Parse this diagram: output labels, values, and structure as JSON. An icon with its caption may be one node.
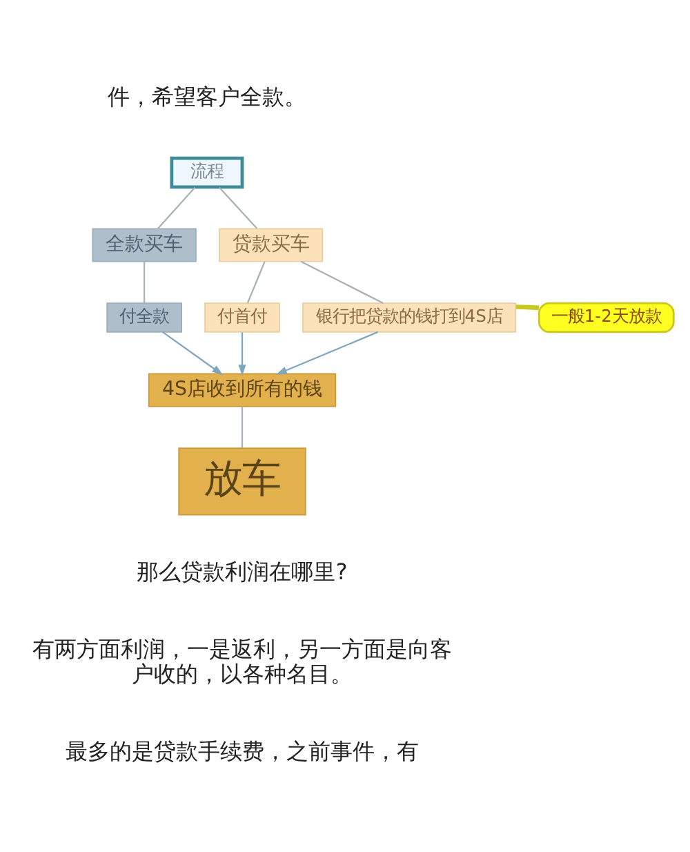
{
  "diagram": {
    "nodes": [
      {
        "text": [
          "流程"
        ]
      },
      {
        "text": [
          "全款买车"
        ]
      },
      {
        "text": [
          "贷款买车"
        ]
      },
      {
        "text": [
          "付全款"
        ]
      },
      {
        "text": [
          "付首付"
        ]
      },
      {
        "text": [
          "银行把贷款的钱打到4S店"
        ]
      },
      {
        "text": [
          "一般1-2天放款"
        ]
      },
      {
        "text": [
          "4S店收到所有的钱"
        ]
      },
      {
        "text": [
          "放车"
        ]
      }
    ],
    "edges": [
      {
        "from": 0,
        "to": 1,
        "arrow": "none"
      },
      {
        "from": 0,
        "to": 2,
        "arrow": "none"
      },
      {
        "from": 1,
        "to": 3,
        "arrow": "none"
      },
      {
        "from": 2,
        "to": 4,
        "arrow": "none"
      },
      {
        "from": 2,
        "to": 5,
        "arrow": "none"
      },
      {
        "from": 6,
        "to": 5,
        "arrow": "none",
        "style": "thick",
        "color": "#c8c820"
      },
      {
        "from": 3,
        "to": 7,
        "arrow": "to",
        "color": "#7fa6bf"
      },
      {
        "from": 4,
        "to": 7,
        "arrow": "to",
        "color": "#7fa6bf"
      },
      {
        "from": 5,
        "to": 7,
        "arrow": "to",
        "color": "#7fa6bf"
      },
      {
        "from": 7,
        "to": 8,
        "arrow": "none"
      }
    ],
    "labels": [
      "件，希望客户全款。",
      "那么贷款利润在哪里?",
      "有两方面利润，一是返利，另一方面是向客户收的，以各种名目。",
      "最多的是贷款手续费，之前事件，有"
    ]
  }
}
